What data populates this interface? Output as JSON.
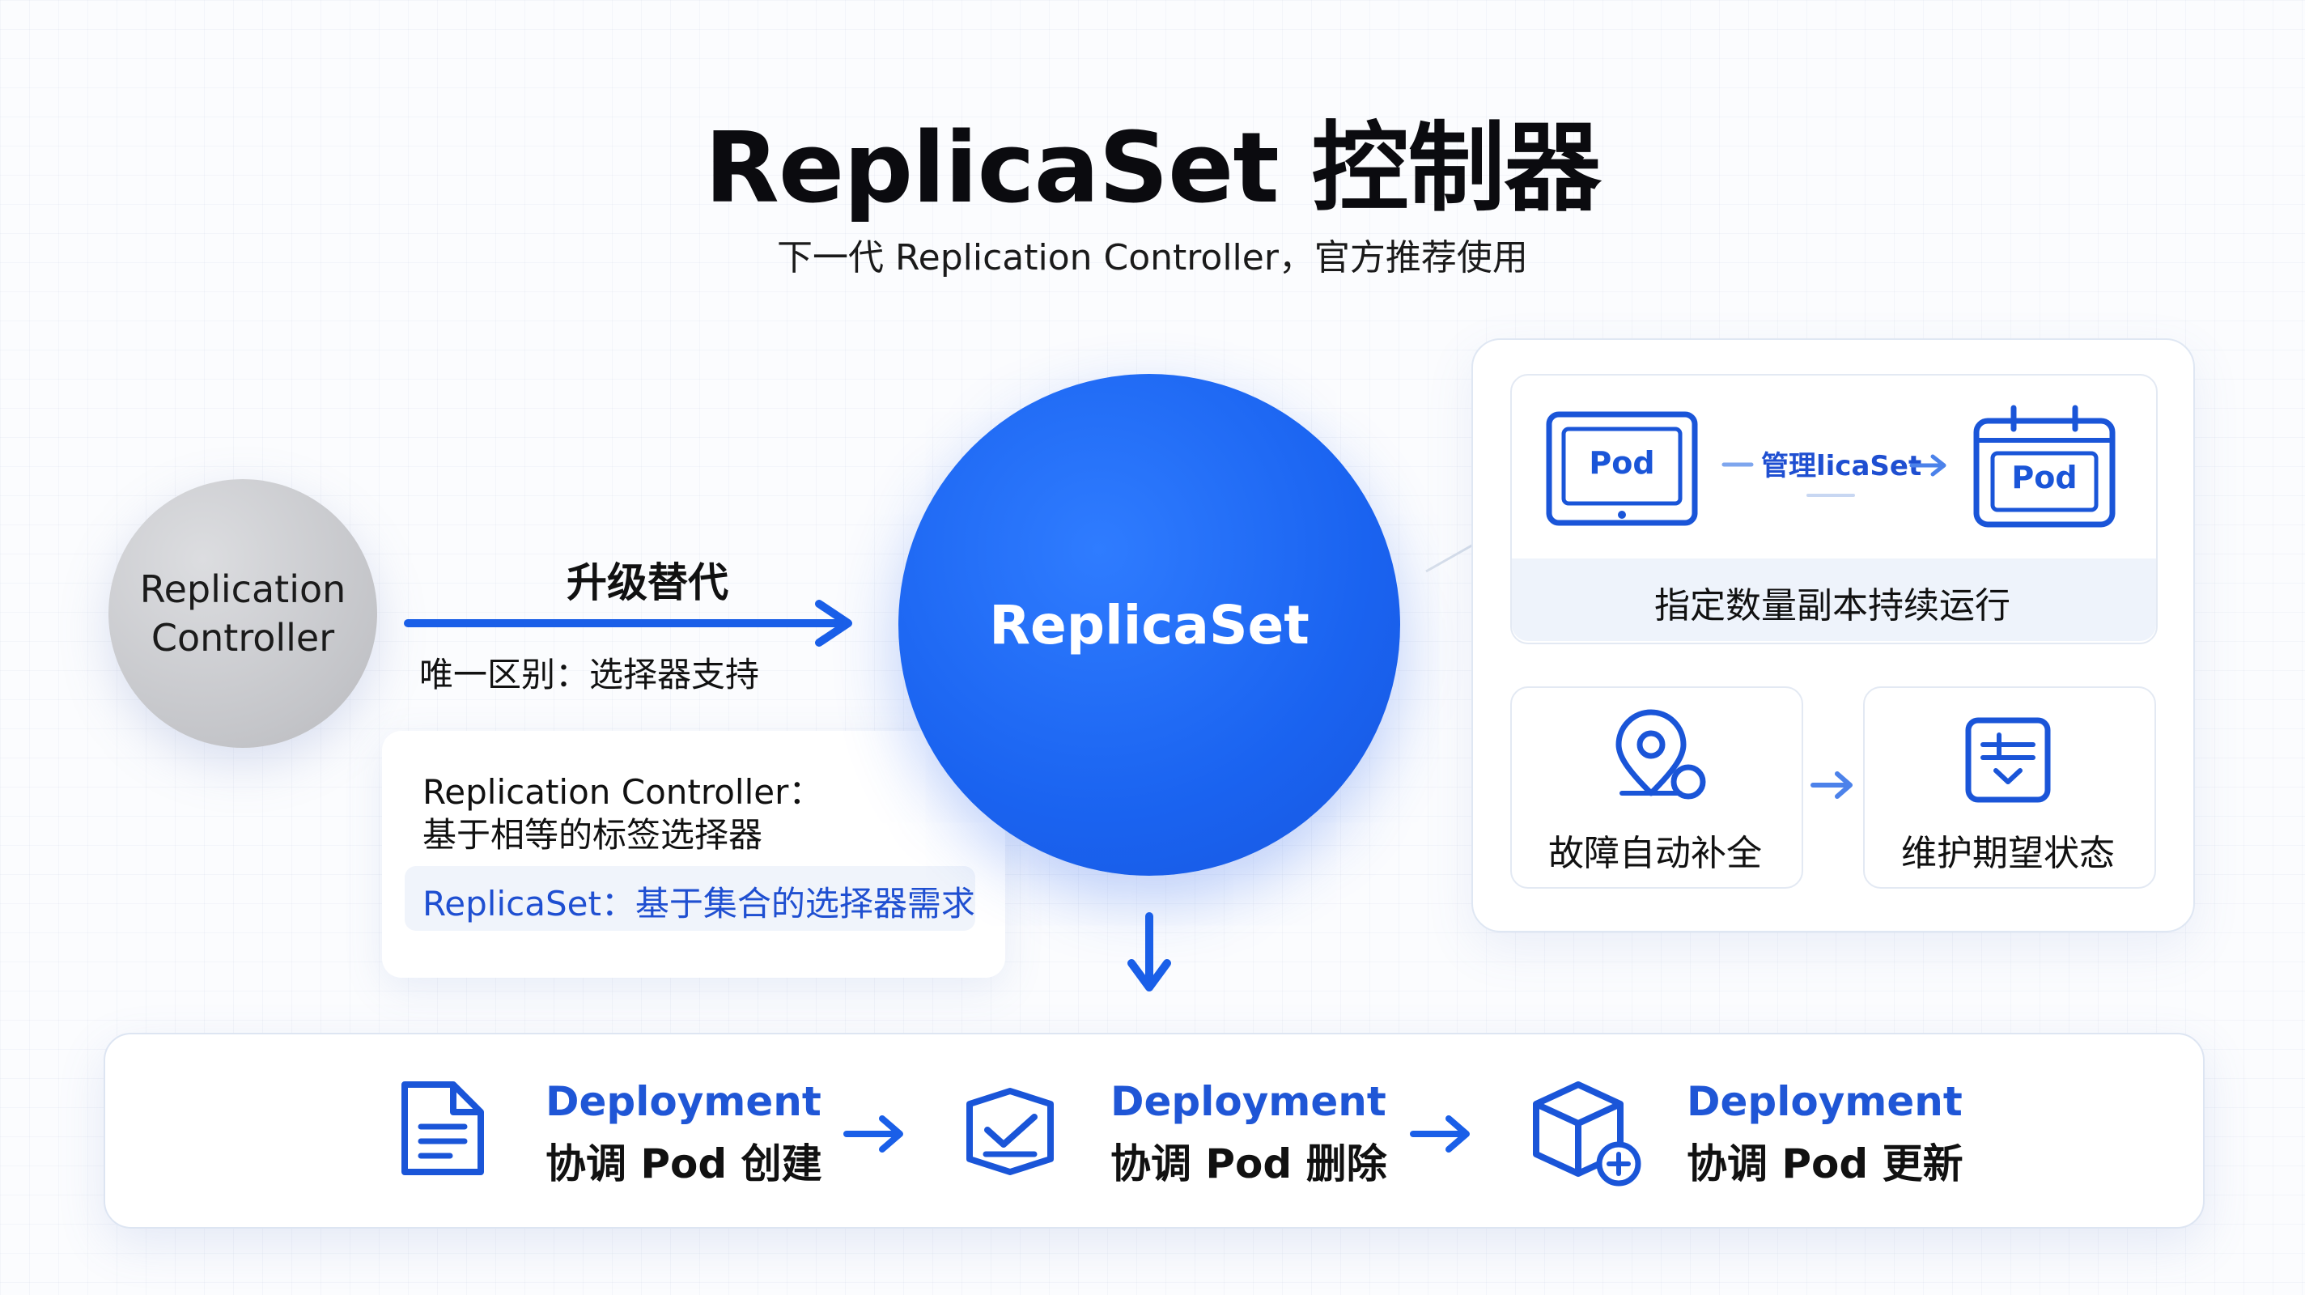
{
  "header": {
    "title": "ReplicaSet 控制器",
    "subtitle": "下一代 Replication Controller，官方推荐使用"
  },
  "left": {
    "circle_line1": "Replication",
    "circle_line2": "Controller",
    "arrow_label": "升级替代",
    "diff_label": "唯一区别：选择器支持"
  },
  "info_card": {
    "line1": "Replication Controller：",
    "line2": "基于相等的标签选择器",
    "line3": "ReplicaSet：基于集合的选择器需求"
  },
  "center": {
    "circle_label": "ReplicaSet"
  },
  "right_panel": {
    "pod_left": "Pod",
    "pod_right": "Pod",
    "manage_label": "管理licaSet",
    "replicas_text": "指定数量副本持续运行",
    "card1_label": "故障自动补全",
    "card2_label": "维护期望状态"
  },
  "bottom": {
    "items": [
      {
        "title": "Deployment",
        "sub": "协调 Pod 创建"
      },
      {
        "title": "Deployment",
        "sub": "协调 Pod 删除"
      },
      {
        "title": "Deployment",
        "sub": "协调 Pod 更新"
      }
    ]
  },
  "colors": {
    "accent_blue": "#1a63f0",
    "text_blue": "#1f4fd1",
    "grey_circle": "#c4c5c9"
  }
}
